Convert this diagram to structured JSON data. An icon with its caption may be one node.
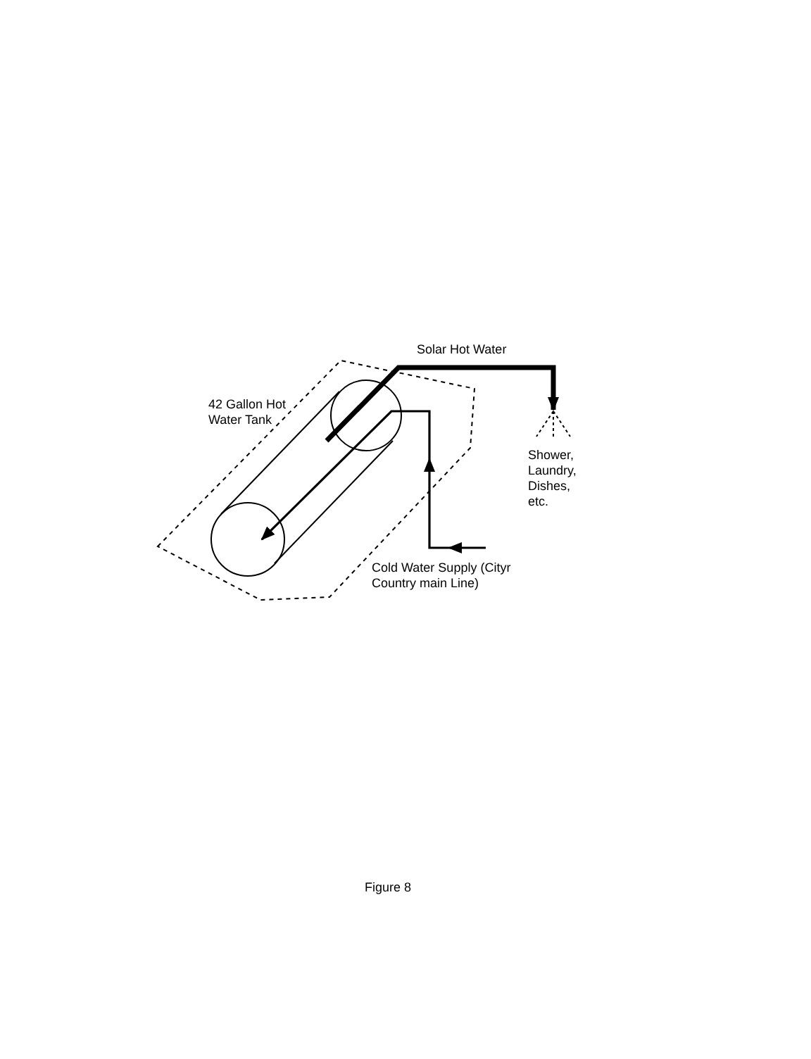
{
  "diagram": {
    "caption": "Figure 8",
    "nodes": [
      {
        "text": [
          "42 Gallon Hot Water Tank"
        ]
      },
      {
        "text": [
          "Shower, Laundry, Dishes, etc."
        ]
      },
      {
        "text": [
          "Cold Water Supply (Cityr Country main Line)"
        ]
      }
    ],
    "edges": [
      {
        "from": 0,
        "to": 1,
        "arrow": "to",
        "label": "Solar Hot Water",
        "style": "thick"
      },
      {
        "from": 2,
        "to": 0,
        "arrow": "to"
      }
    ]
  }
}
